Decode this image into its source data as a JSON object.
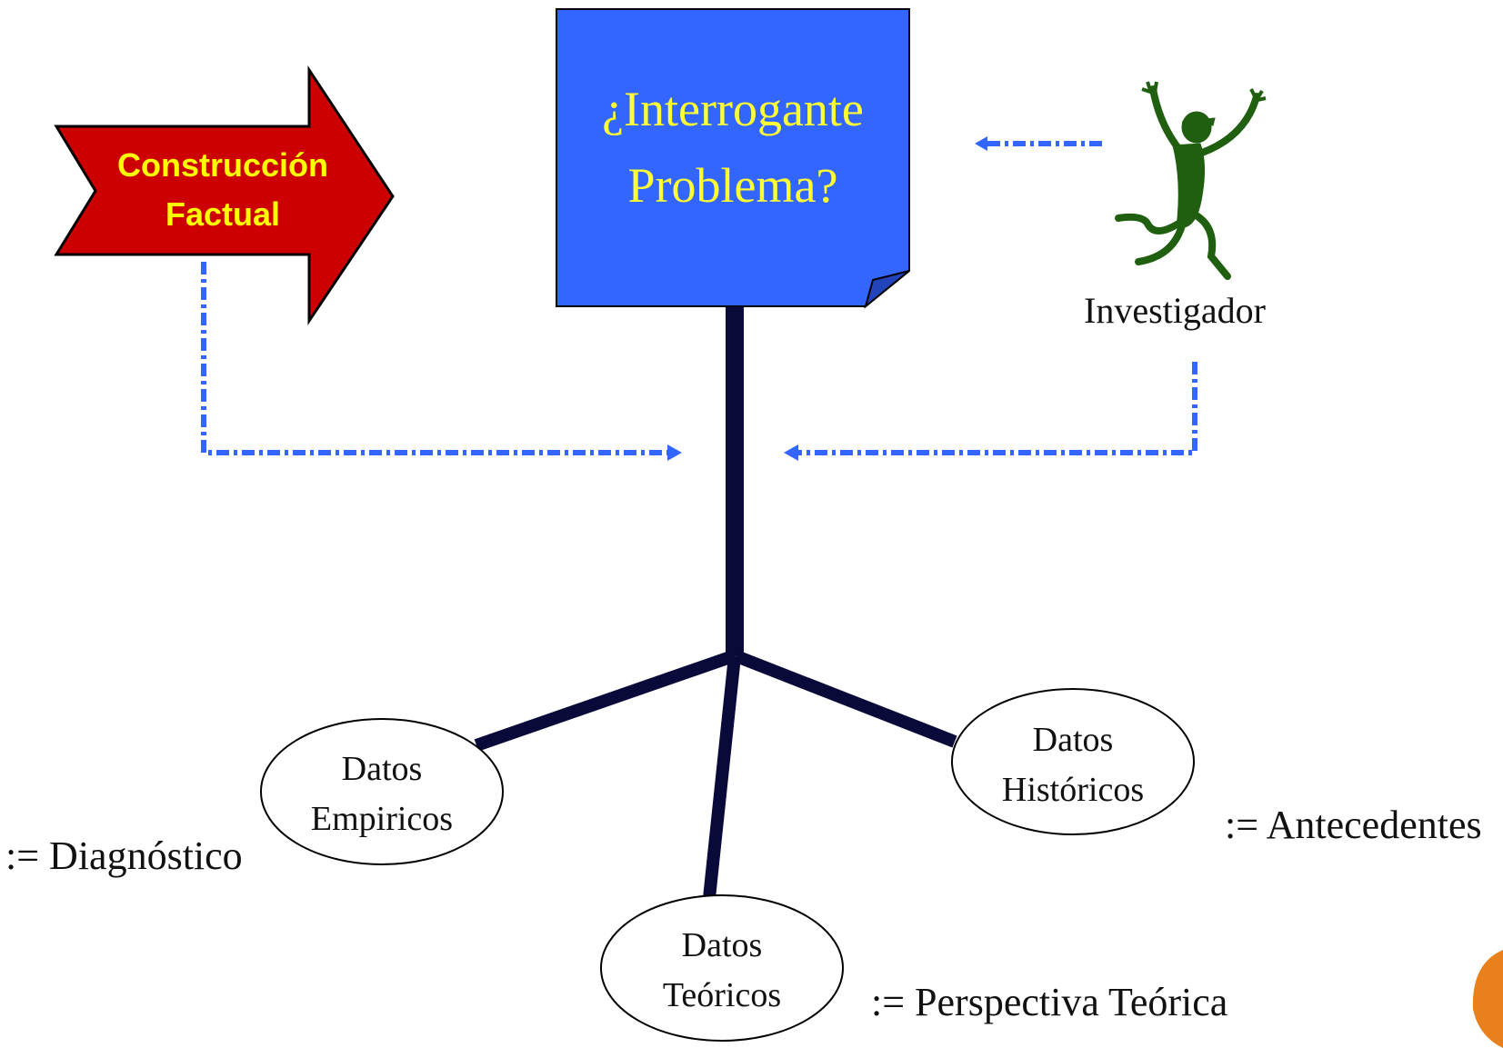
{
  "colors": {
    "arrow_fill": "#cc0000",
    "arrow_text": "#ffff00",
    "box_fill": "#3366ff",
    "box_text": "#ffff33",
    "connector": "#3366ff",
    "spine": "#0a0a3a",
    "figure": "#1f5f0f",
    "text": "#111111"
  },
  "construccion": {
    "line1": "Construcción",
    "line2": "Factual"
  },
  "problema": {
    "line1": "¿Interrogante",
    "line2": "Problema?"
  },
  "investigador": {
    "label": "Investigador",
    "icon": "dancing-figure-icon"
  },
  "nodes": {
    "empiricos": {
      "line1": "Datos",
      "line2": "Empiricos",
      "note": ":= Diagnóstico"
    },
    "teoricos": {
      "line1": "Datos",
      "line2": "Teóricos",
      "note": ":= Perspectiva Teórica"
    },
    "historicos": {
      "line1": "Datos",
      "line2": "Históricos",
      "note": ":= Antecedentes"
    }
  }
}
